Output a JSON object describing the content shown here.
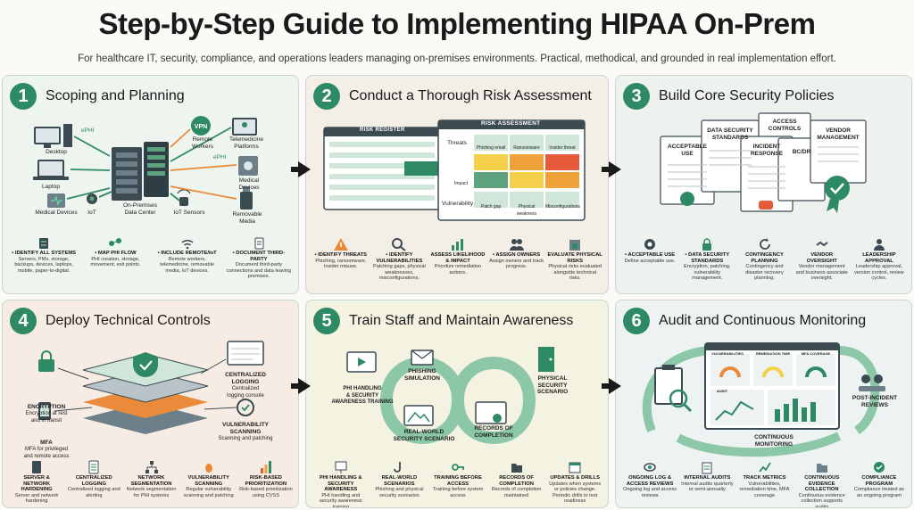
{
  "title": "Step-by-Step Guide to Implementing HIPAA On-Prem",
  "subtitle": "For healthcare IT, security, compliance, and operations leaders managing on-premises environments. Practical, methodical, and grounded in real implementation effort.",
  "colors": {
    "accent": "#2e8a64",
    "orange": "#e98b3a",
    "dark": "#1a1a1a"
  },
  "panels": [
    {
      "num": "1",
      "title": "Scoping and Planning",
      "diagram": {
        "ephi": "ePHI",
        "desktop": "Desktop",
        "laptop": "Laptop",
        "medical_devices_left": "Medical Devices",
        "iot": "IoT",
        "data_center": "On-Premises\nData Center",
        "iot_sensors": "IoT Sensors",
        "vpn": "VPN",
        "remote_workers": "Remote\nWorkers",
        "telemedicine": "Telemedicine\nPlatforms",
        "medical_devices_right": "Medical\nDevices",
        "removable": "Removable\nMedia"
      },
      "items": [
        {
          "title": "• IDENTIFY ALL SYSTEMS",
          "desc": "Servers, PMs, storage, backups, devices, laptops, mobile, paper-to-digital."
        },
        {
          "title": "• MAP PHI FLOW",
          "desc": "PHI creation, storage, movement, exit points."
        },
        {
          "title": "• INCLUDE REMOTE/IoT",
          "desc": "Remote workers, telemedicine, removable media, IoT devices."
        },
        {
          "title": "• DOCUMENT THIRD-PARTY",
          "desc": "Document third-party connections and data leaving premises."
        }
      ]
    },
    {
      "num": "2",
      "title": "Conduct a Thorough Risk Assessment",
      "diagram": {
        "register": "RISK REGISTER",
        "assessment": "RISK ASSESSMENT",
        "threats": "Threats",
        "vulnerability": "Vulnerability",
        "impact": "Impact",
        "phishing": "Phishing email",
        "ransomware": "Ransomware",
        "insider": "Insider threat",
        "patch": "Patch gap",
        "physical": "Physical weakness",
        "misconfig": "Misconfigurations"
      },
      "items": [
        {
          "title": "• IDENTIFY THREATS",
          "desc": "Phishing, ransomware, insider misuse."
        },
        {
          "title": "• IDENTIFY VULNERABILITIES",
          "desc": "Patching gaps, physical weaknesses, misconfigurations."
        },
        {
          "title": "ASSESS LIKELIHOOD & IMPACT",
          "desc": "Prioritize remediation actions."
        },
        {
          "title": "• ASSIGN OWNERS",
          "desc": "Assign owners and track progress."
        },
        {
          "title": "EVALUATE PHYSICAL RISKS",
          "desc": "Physical risks evaluated alongside technical risks."
        }
      ]
    },
    {
      "num": "3",
      "title": "Build Core Security Policies",
      "diagram": {
        "acceptable": "ACCEPTABLE\nUSE",
        "data_sec": "DATA SECURITY\nSTANDARDS",
        "access": "ACCESS\nCONTROLS",
        "incident": "INCIDENT\nRESPONSE",
        "bcdr": "BC/DR",
        "vendor": "VENDOR\nMANAGEMENT"
      },
      "items": [
        {
          "title": "• ACCEPTABLE USE",
          "desc": "Define acceptable use."
        },
        {
          "title": "• DATA SECURITY STANDARDS",
          "desc": "Encryption, patching, vulnerability management."
        },
        {
          "title": "CONTINGENCY PLANNING",
          "desc": "Contingency and disaster recovery planning."
        },
        {
          "title": "VENDOR OVERSIGHT",
          "desc": "Vendor management and business associate oversight."
        },
        {
          "title": "LEADERSHIP APPROVAL",
          "desc": "Leadership approval, version control, review cycles."
        }
      ]
    },
    {
      "num": "4",
      "title": "Deploy Technical Controls",
      "diagram": {
        "encryption": "ENCRYPTION",
        "encryption_desc": "Encryption at rest\nand in transit",
        "mfa": "MFA",
        "mfa_desc": "MFA for privileged\nand remote access",
        "logging": "CENTRALIZED\nLOGGING",
        "logging_desc": "Centralized\nlogging console",
        "vuln": "VULNERABILITY\nSCANNING",
        "vuln_desc": "Scanning and patching"
      },
      "items": [
        {
          "title": "SERVER & NETWORK HARDENING",
          "desc": "Server and network hardening"
        },
        {
          "title": "CENTRALIZED LOGGING",
          "desc": "Centralized logging and alerting"
        },
        {
          "title": "NETWORK SEGMENTATION",
          "desc": "Network segmentation for PHI systems"
        },
        {
          "title": "VULNERABILITY SCANNING",
          "desc": "Regular vulnerability scanning and patching"
        },
        {
          "title": "RISK-BASED PRIORITIZATION",
          "desc": "Risk-based prioritization using CVSS"
        }
      ]
    },
    {
      "num": "5",
      "title": "Train Staff and Maintain Awareness",
      "diagram": {
        "phi": "PHI HANDLING\n& SECURITY\nAWARENESS TRAINING",
        "phishing": "PHISHING\nSIMULATION",
        "physical": "PHYSICAL\nSECURITY\nSCENARIO",
        "realworld": "REAL-WORLD\nSECURITY SCENARIO",
        "records": "RECORDS OF\nCOMPLETION"
      },
      "items": [
        {
          "title": "PHI HANDLING & SECURITY AWARENESS",
          "desc": "PHI handling and security awareness training"
        },
        {
          "title": "REAL-WORLD SCENARIOS",
          "desc": "Phishing and physical security scenarios"
        },
        {
          "title": "TRAINING BEFORE ACCESS",
          "desc": "Training before system access"
        },
        {
          "title": "RECORDS OF COMPLETION",
          "desc": "Records of completion maintained"
        },
        {
          "title": "UPDATES & DRILLS",
          "desc": "Updates when systems or policies change. Periodic drills to test readiness"
        }
      ]
    },
    {
      "num": "6",
      "title": "Audit and Continuous Monitoring",
      "diagram": {
        "vuln": "VULNERABILITIES",
        "remediation": "REMEDIATION TIME",
        "mfa": "MFA COVERAGE",
        "audit": "AUDIT",
        "post": "POST-INCIDENT\nREVIEWS",
        "continuous": "CONTINUOUS\nMONITORING"
      },
      "items": [
        {
          "title": "ONGOING LOG & ACCESS REVIEWS",
          "desc": "Ongoing log and access reviews"
        },
        {
          "title": "INTERNAL AUDITS",
          "desc": "Internal audits quarterly or semi-annually"
        },
        {
          "title": "TRACK METRICS",
          "desc": "Vulnerabilities, remediation time, MFA coverage"
        },
        {
          "title": "CONTINUOUS EVIDENCE COLLECTION",
          "desc": "Continuous evidence collection supports audits"
        },
        {
          "title": "COMPLIANCE PROGRAM",
          "desc": "Compliance treated as an ongoing program"
        }
      ]
    }
  ]
}
